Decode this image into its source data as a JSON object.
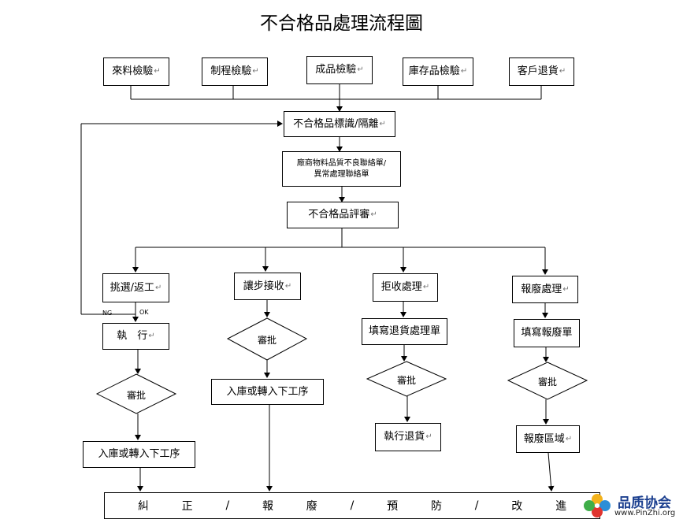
{
  "title": "不合格品處理流程圖",
  "sources": [
    "來料檢驗",
    "制程檢驗",
    "成品檢驗",
    "庫存品檢驗",
    "客戶退貨"
  ],
  "nc_mark": "不合格品標識/隔離",
  "contact_line1": "廠商物料品質不良聯絡單/",
  "contact_line2": "異常處理聯絡單",
  "review": "不合格品評審",
  "branches": {
    "rework": "挑選/返工",
    "concession": "讓步接收",
    "reject": "拒收處理",
    "scrap": "報廢處理"
  },
  "ng": "NG",
  "ok": "OK",
  "execute": "執　行",
  "approve": "審批",
  "fill_return": "填寫退貨處理單",
  "fill_scrap": "填寫報廢單",
  "to_next_1": "入庫或轉入下工序",
  "to_next_2": "入庫或轉入下工序",
  "exec_return": "執行退貨",
  "scrap_area": "報廢區域",
  "final": [
    "糾",
    "正",
    "/",
    "報",
    "廢",
    "/",
    "預",
    "防",
    "/",
    "改",
    "進"
  ],
  "logo": {
    "name": "品质协会",
    "url": "www.PinZhi.org"
  }
}
